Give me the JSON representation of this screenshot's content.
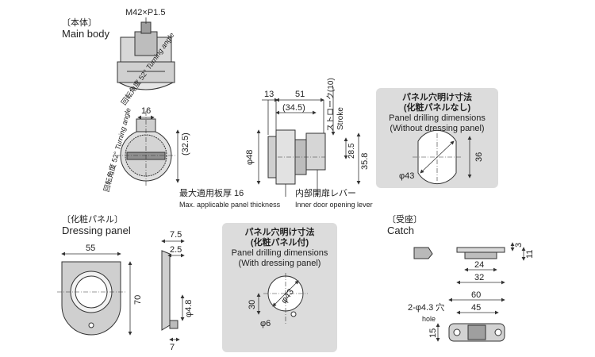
{
  "main_body": {
    "title_jp": "〔本体〕",
    "title_en": "Main body",
    "thread": "M42×P1.5",
    "dim_16": "16",
    "dim_32_5": "(32.5)",
    "angle_top": "回転角度 52°",
    "angle_top_en": "Turning angle",
    "angle_left": "回転角度 52°",
    "angle_left_en": "Turning angle",
    "side_dims": {
      "d13": "13",
      "d51": "51",
      "d34_5": "(34.5)",
      "stroke_jp": "ストローク(10)",
      "stroke_en": "Stroke",
      "d28_5": "28.5",
      "d35_8": "35.8",
      "phi48": "φ48"
    },
    "max_panel_jp": "最大適用板厚 16",
    "max_panel_en": "Max. applicable panel thickness",
    "lever_jp": "内部開扉レバー",
    "lever_en": "Inner door opening lever"
  },
  "panel_no_dressing": {
    "title_jp": "パネル穴明け寸法",
    "sub_jp": "(化粧パネルなし)",
    "title_en": "Panel drilling dimensions",
    "sub_en": "(Without dressing panel)",
    "phi43": "φ43",
    "d36": "36"
  },
  "dressing_panel": {
    "title_jp": "〔化粧パネル〕",
    "title_en": "Dressing panel",
    "d55": "55",
    "d70": "70",
    "d7_5": "7.5",
    "d2_5": "2.5",
    "phi4_8": "φ4.8",
    "d7": "7"
  },
  "panel_with_dressing": {
    "title_jp": "パネル穴明け寸法",
    "sub_jp": "(化粧パネル付)",
    "title_en": "Panel drilling dimensions",
    "sub_en": "(With dressing panel)",
    "phi43": "φ43",
    "d30": "30",
    "phi6": "φ6"
  },
  "catch": {
    "title_jp": "〔受座〕",
    "title_en": "Catch",
    "d3": "3",
    "d11": "11",
    "d24": "24",
    "d32": "32",
    "d60": "60",
    "hole_jp": "2-φ4.3 穴",
    "hole_en": "hole",
    "d45": "45",
    "d15": "15"
  }
}
